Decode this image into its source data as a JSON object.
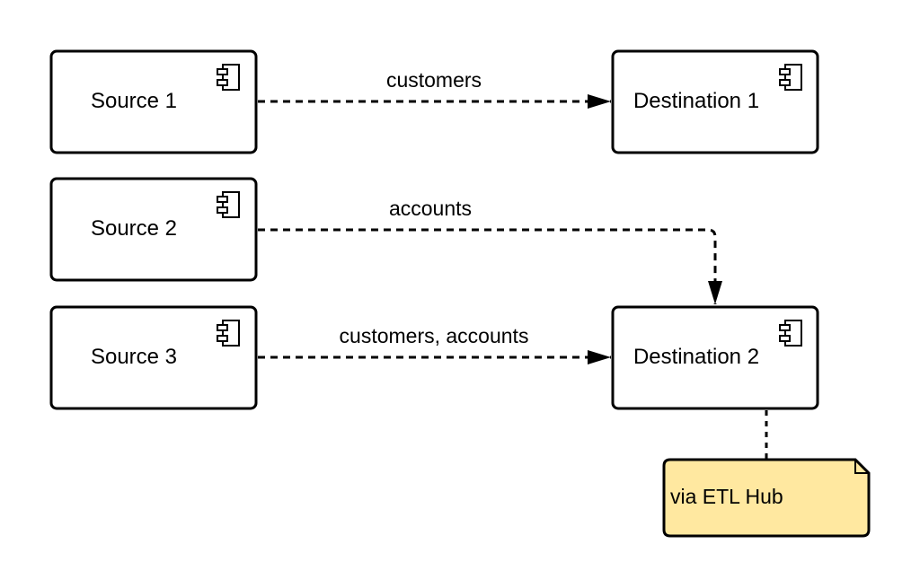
{
  "diagram": {
    "nodes": {
      "source1": {
        "label": "Source 1",
        "icon": "component-icon"
      },
      "source2": {
        "label": "Source 2",
        "icon": "component-icon"
      },
      "source3": {
        "label": "Source 3",
        "icon": "component-icon"
      },
      "destination1": {
        "label": "Destination 1",
        "icon": "component-icon"
      },
      "destination2": {
        "label": "Destination 2",
        "icon": "component-icon"
      }
    },
    "edges": {
      "source1_to_destination1": {
        "label": "customers",
        "style": "dashed"
      },
      "source2_to_destination2": {
        "label": "accounts",
        "style": "dashed"
      },
      "source3_to_destination2": {
        "label": "customers, accounts",
        "style": "dashed"
      }
    },
    "note": {
      "text": "via ETL Hub",
      "attached_to": "destination2"
    }
  },
  "colors": {
    "stroke": "#000000",
    "node_fill": "#ffffff",
    "note_fill": "#ffe8a0"
  }
}
